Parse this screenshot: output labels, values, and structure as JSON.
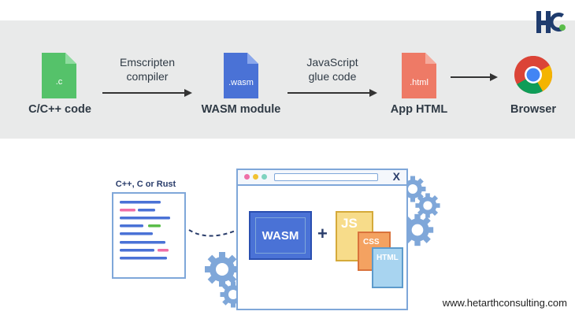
{
  "pipeline": {
    "steps": [
      {
        "file_ext": ".c",
        "label": "C/C++ code"
      },
      {
        "file_ext": ".wasm",
        "label": "WASM module"
      },
      {
        "file_ext": ".html",
        "label": "App HTML"
      },
      {
        "label": "Browser"
      }
    ],
    "arrows": [
      {
        "line1": "Emscripten",
        "line2": "compiler"
      },
      {
        "line1": "JavaScript",
        "line2": "glue code"
      }
    ],
    "colors": {
      "c_file": "#55c26a",
      "wasm_file": "#4a72d6",
      "html_file": "#ee7a66"
    }
  },
  "diagram": {
    "source_title": "C++, C or Rust",
    "window_close": "X",
    "wasm_box": "WASM",
    "plus": "+",
    "js_label": "JS",
    "css_label": "CSS",
    "html_label": "HTML"
  },
  "footer": {
    "website": "www.hetarthconsulting.com"
  }
}
